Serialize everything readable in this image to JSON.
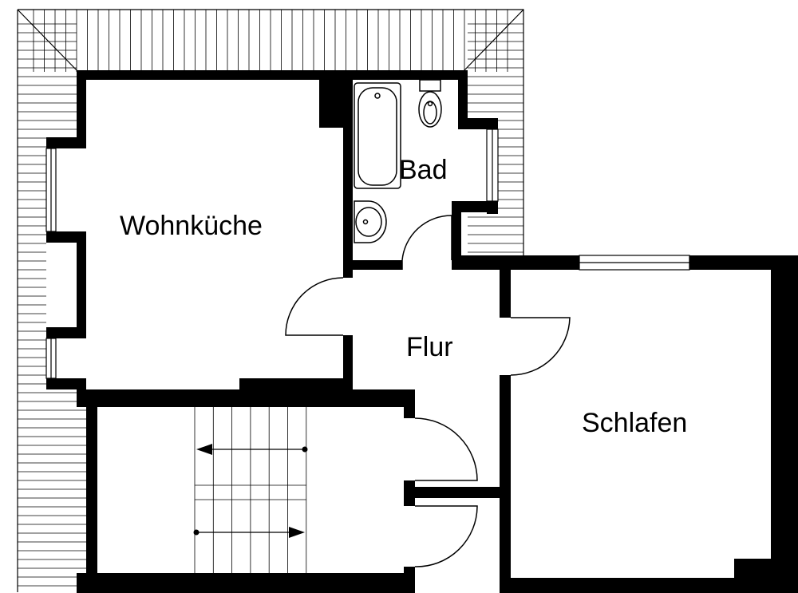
{
  "plan": {
    "rooms": [
      {
        "id": "wohnkueche",
        "label": "Wohnküche"
      },
      {
        "id": "bad",
        "label": "Bad"
      },
      {
        "id": "flur",
        "label": "Flur"
      },
      {
        "id": "schlafen",
        "label": "Schlafen"
      }
    ]
  }
}
